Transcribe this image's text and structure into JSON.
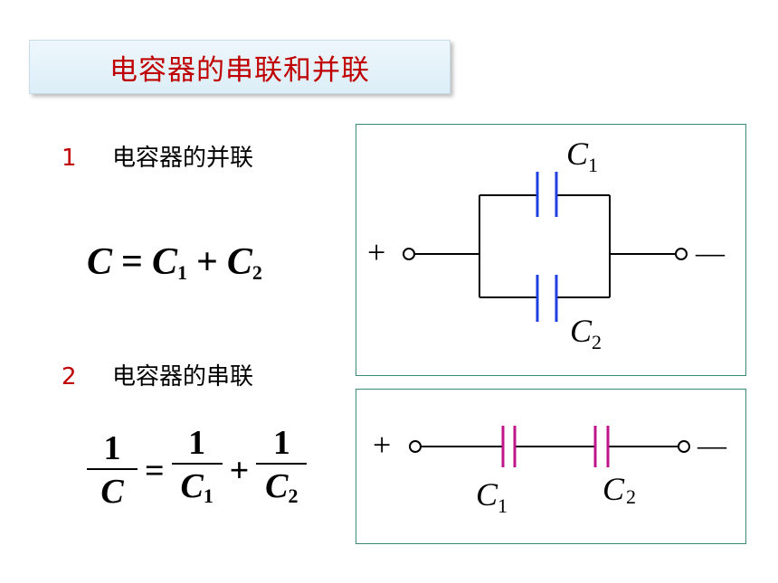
{
  "title": "电容器的串联和并联",
  "section1": {
    "number": "1",
    "label": "电容器的并联"
  },
  "section2": {
    "number": "2",
    "label": "电容器的串联"
  },
  "formula_parallel": {
    "lhs": "C",
    "eq": "=",
    "t1": "C",
    "t1_sub": "1",
    "plus": "+",
    "t2": "C",
    "t2_sub": "2"
  },
  "formula_series": {
    "one": "1",
    "lhs": "C",
    "eq": "=",
    "t1": "C",
    "t1_sub": "1",
    "plus": "+",
    "t2": "C",
    "t2_sub": "2"
  },
  "parallel_circuit": {
    "plus": "+",
    "minus": "—",
    "c1": "C",
    "c1_sub": "1",
    "c2": "C",
    "c2_sub": "2",
    "cap_color": "#1f3fe0"
  },
  "series_circuit": {
    "plus": "+",
    "minus": "—",
    "c1": "C",
    "c1_sub": "1",
    "c2": "C",
    "c2_sub": "2",
    "cap_color": "#c0148c"
  }
}
